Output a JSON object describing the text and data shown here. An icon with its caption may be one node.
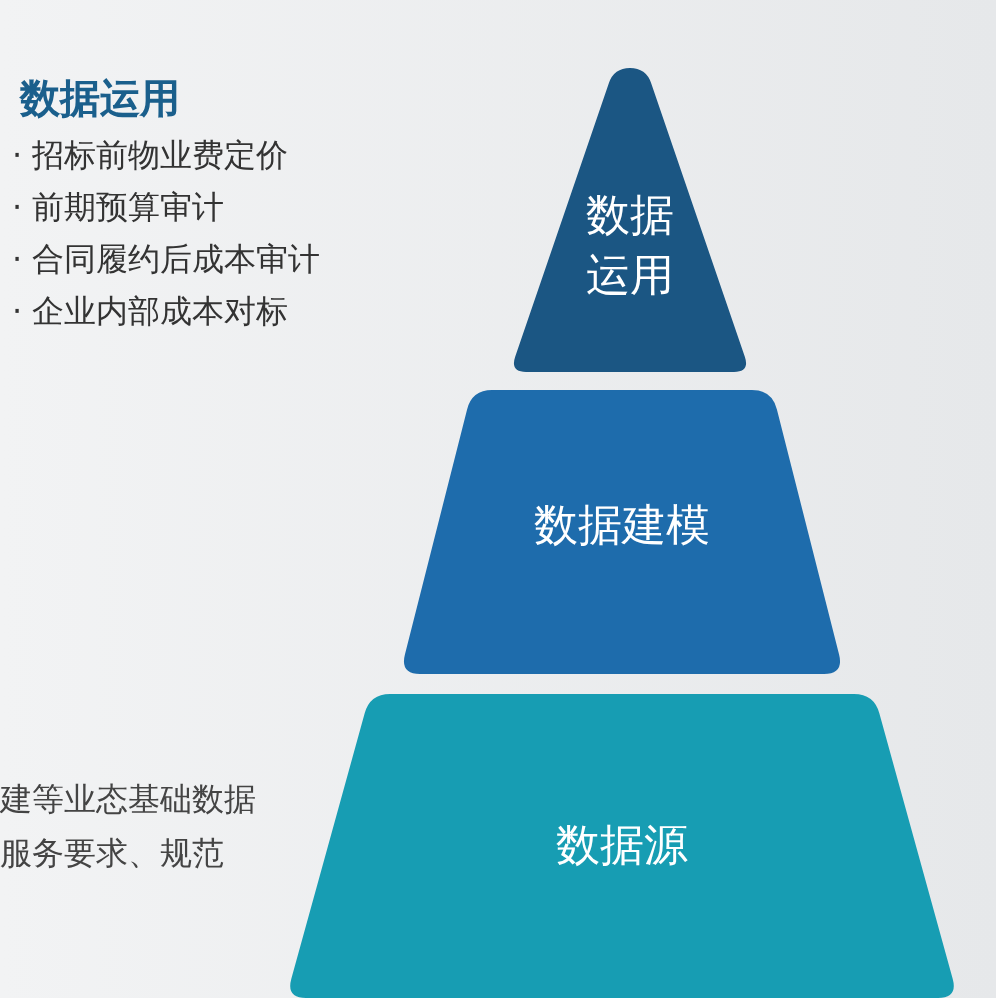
{
  "diagram": {
    "nodes": [
      {
        "text": [
          "数据运用"
        ]
      },
      {
        "text": [
          "数据建模"
        ]
      },
      {
        "text": [
          "数据源"
        ]
      }
    ],
    "labels": [
      "数据运用",
      "· 招标前物业费定价",
      "· 前期预算审计",
      "· 合同履约后成本审计",
      "· 企业内部成本对标",
      "建等业态基础数据",
      "服务要求、规范"
    ]
  }
}
